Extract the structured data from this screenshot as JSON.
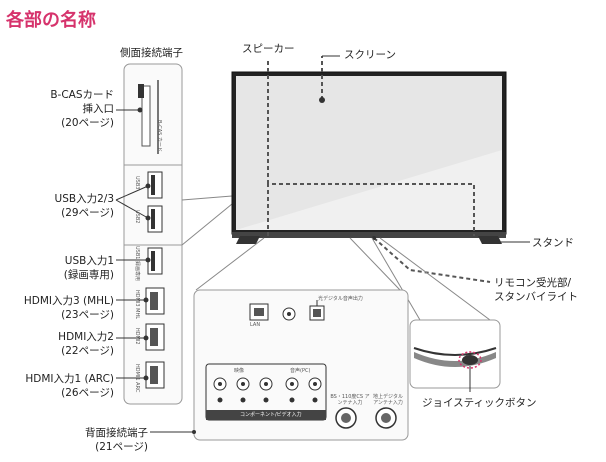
{
  "title": "各部の名称",
  "side_panel": {
    "heading": "側面接続端子",
    "bcas": {
      "line1": "B-CASカード",
      "line2": "挿入口",
      "line3": "(20ページ)",
      "vertical": "B-CAS カード"
    },
    "usb23": {
      "line1": "USB入力2/3",
      "line2": "(29ページ)",
      "port1": "USB3",
      "port2": "USB2"
    },
    "usb1": {
      "line1": "USB入力1",
      "line2": "(録画専用)",
      "port": "USB1 録画専用"
    },
    "hdmi3": {
      "line1": "HDMI入力3 (MHL)",
      "line2": "(23ページ)",
      "port": "HDMI3 MHL"
    },
    "hdmi2": {
      "line1": "HDMI入力2",
      "line2": "(22ページ)",
      "port": "HDMI2"
    },
    "hdmi1": {
      "line1": "HDMI入力1 (ARC)",
      "line2": "(26ページ)",
      "port": "HDMI1 ARC"
    }
  },
  "tv": {
    "speaker": "スピーカー",
    "screen": "スクリーン",
    "stand": "スタンド",
    "remote_line1": "リモコン受光部/",
    "remote_line2": "スタンバイライト",
    "joystick": "ジョイスティックボタン"
  },
  "rear_panel": {
    "heading_line1": "背面接続端子",
    "heading_line2": "(21ページ)",
    "lan": "LAN",
    "optical": "光デジタル音声出力",
    "video_group": "映像",
    "audio_group": "音声(PC)",
    "component_label": "コンポーネント/ビデオ入力",
    "bs_label": "BS・110度CS アンテナ入力",
    "uhf_label": "地上デジタル アンテナ入力"
  },
  "colors": {
    "title": "#d6336c",
    "line": "#333333",
    "panel_border": "#999999",
    "screen_fill": "#f0f0f0"
  }
}
